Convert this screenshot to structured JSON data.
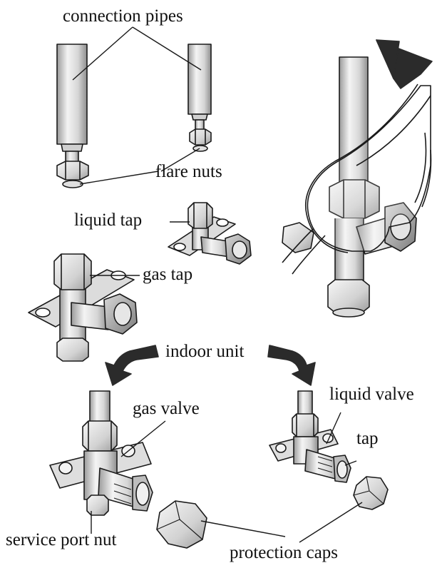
{
  "labels": {
    "connection_pipes": "connection pipes",
    "flare_nuts": "flare nuts",
    "liquid_tap": "liquid tap",
    "gas_tap": "gas tap",
    "indoor_unit": "indoor unit",
    "gas_valve": "gas valve",
    "liquid_valve": "liquid valve",
    "tap": "tap",
    "service_port_nut": "service port nut",
    "protection_caps": "protection caps"
  },
  "colors": {
    "line": "#1a1a1a",
    "metal_light": "#f2f2f2",
    "metal_mid": "#cfcfcf",
    "metal_dark": "#8a8a8a",
    "arrow": "#2b2b2b"
  }
}
